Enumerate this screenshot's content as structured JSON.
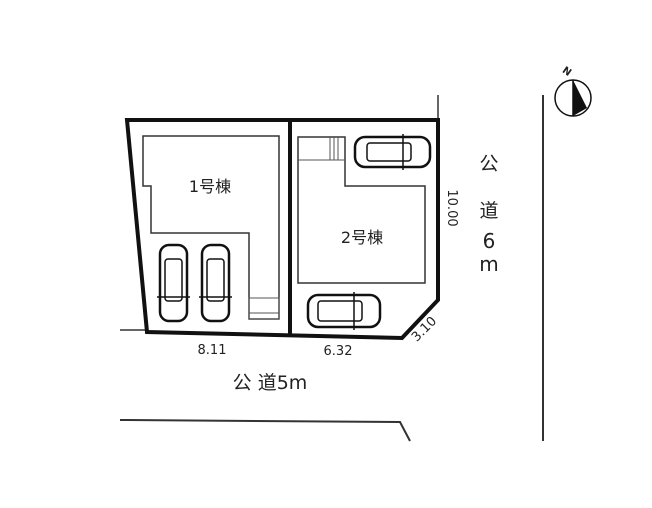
{
  "lots": [
    {
      "label": "1号棟"
    },
    {
      "label": "2号棟"
    }
  ],
  "dimensions": {
    "front_lot1": "8.11",
    "front_lot2": "6.32",
    "corner_cut": "3.10",
    "side_east": "10.00"
  },
  "roads": {
    "south": "公 道5m",
    "east": [
      "公",
      "道",
      "6",
      "m"
    ]
  },
  "compass": {
    "label": "N"
  },
  "colors": {
    "line": "#111111",
    "thin": "#333333"
  }
}
